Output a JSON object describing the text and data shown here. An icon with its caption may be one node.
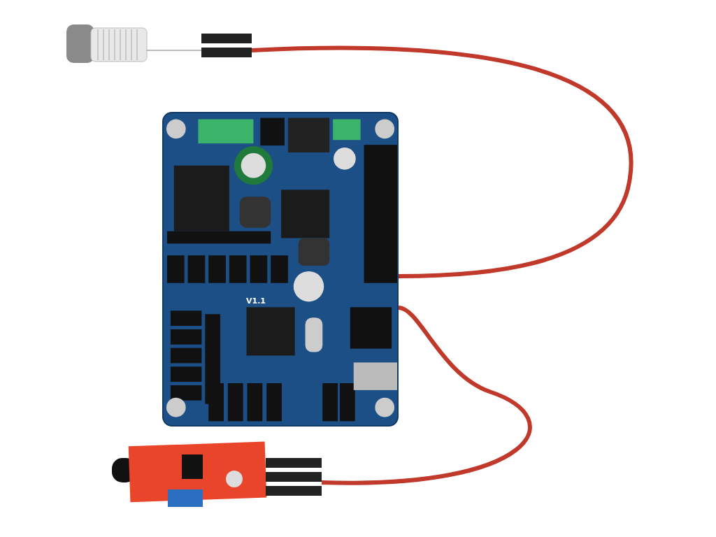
{
  "diagram": {
    "nodes": [
      {
        "text": [],
        "shape": "picture"
      },
      {
        "text": [],
        "shape": "picture"
      },
      {
        "text": [],
        "shape": "picture"
      }
    ],
    "edges": [
      {
        "from": 0,
        "to": 1,
        "arrow": "none"
      },
      {
        "from": 2,
        "to": 1,
        "arrow": "none"
      }
    ],
    "labels": [
      "V1.1"
    ]
  }
}
